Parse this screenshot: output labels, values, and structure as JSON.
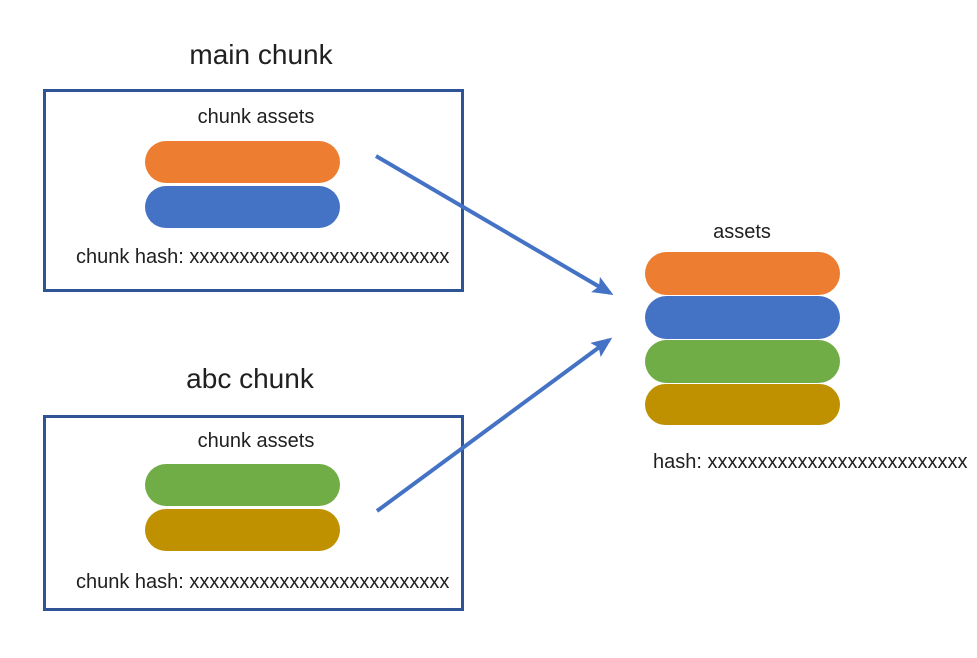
{
  "diagram": {
    "title": "webpack chunk assets aggregation diagram",
    "colors": {
      "orange": "#ED7D31",
      "blue": "#4472C4",
      "green": "#70AD47",
      "gold": "#BF9000",
      "box_border": "#2E5496",
      "arrow": "#4472C4",
      "text": "#202020",
      "background": "#FFFFFF"
    }
  },
  "main_chunk": {
    "title": "main chunk",
    "assets_label": "chunk assets",
    "hash_label": "chunk hash: xxxxxxxxxxxxxxxxxxxxxxxxxx",
    "assets": [
      {
        "name": "asset-orange",
        "color": "#ED7D31"
      },
      {
        "name": "asset-blue",
        "color": "#4472C4"
      }
    ]
  },
  "abc_chunk": {
    "title": "abc chunk",
    "assets_label": "chunk assets",
    "hash_label": "chunk hash: xxxxxxxxxxxxxxxxxxxxxxxxxx",
    "assets": [
      {
        "name": "asset-green",
        "color": "#70AD47"
      },
      {
        "name": "asset-gold",
        "color": "#BF9000"
      }
    ]
  },
  "output": {
    "title": "assets",
    "hash_label": "hash: xxxxxxxxxxxxxxxxxxxxxxxxxx",
    "assets": [
      {
        "name": "asset-orange",
        "color": "#ED7D31"
      },
      {
        "name": "asset-blue",
        "color": "#4472C4"
      },
      {
        "name": "asset-green",
        "color": "#70AD47"
      },
      {
        "name": "asset-gold",
        "color": "#BF9000"
      }
    ]
  },
  "arrows": [
    {
      "name": "arrow-main-chunk-to-assets",
      "from": "main chunk",
      "to": "assets"
    },
    {
      "name": "arrow-abc-chunk-to-assets",
      "from": "abc chunk",
      "to": "assets"
    }
  ]
}
